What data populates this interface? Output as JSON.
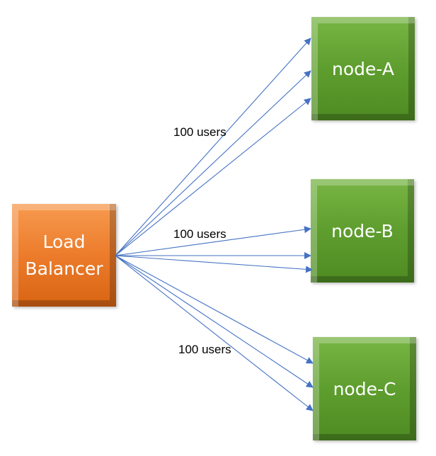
{
  "diagram": {
    "source": {
      "label": "Load\nBalancer",
      "color": "#ed7d31"
    },
    "nodes": [
      {
        "id": "A",
        "label": "node-A",
        "color": "#70ad47"
      },
      {
        "id": "B",
        "label": "node-B",
        "color": "#70ad47"
      },
      {
        "id": "C",
        "label": "node-C",
        "color": "#70ad47"
      }
    ],
    "edge_labels": {
      "A": "100 users",
      "B": "100 users",
      "C": "100 users"
    },
    "arrows_per_node": 3,
    "arrow_color": "#4472c4"
  }
}
